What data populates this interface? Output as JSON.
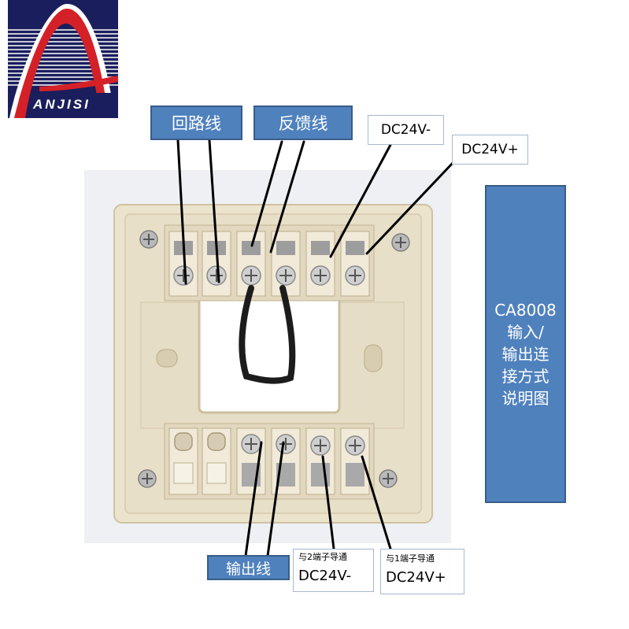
{
  "logo": {
    "text": "ANJISI",
    "colors": {
      "red": "#d42127",
      "navy": "#1a1e5c"
    }
  },
  "labels": {
    "loop_wire": "回路线",
    "feedback_wire": "反馈线",
    "output_wire": "输出线",
    "dc_minus_top": "DC24V-",
    "dc_plus_top": "DC24V+",
    "bottom_left_note": "与2端子导通",
    "bottom_left_value": "DC24V-",
    "bottom_right_note": "与1端子导通",
    "bottom_right_value": "DC24V+"
  },
  "title_box": {
    "lines": [
      "CA8008",
      "输入/",
      "输出连",
      "接方式",
      "说明图"
    ]
  },
  "colors": {
    "box_blue": "#4f81bd",
    "box_border": "#385d8a",
    "plate": "#ece3cd",
    "photo_bg": "#eef0f3"
  }
}
